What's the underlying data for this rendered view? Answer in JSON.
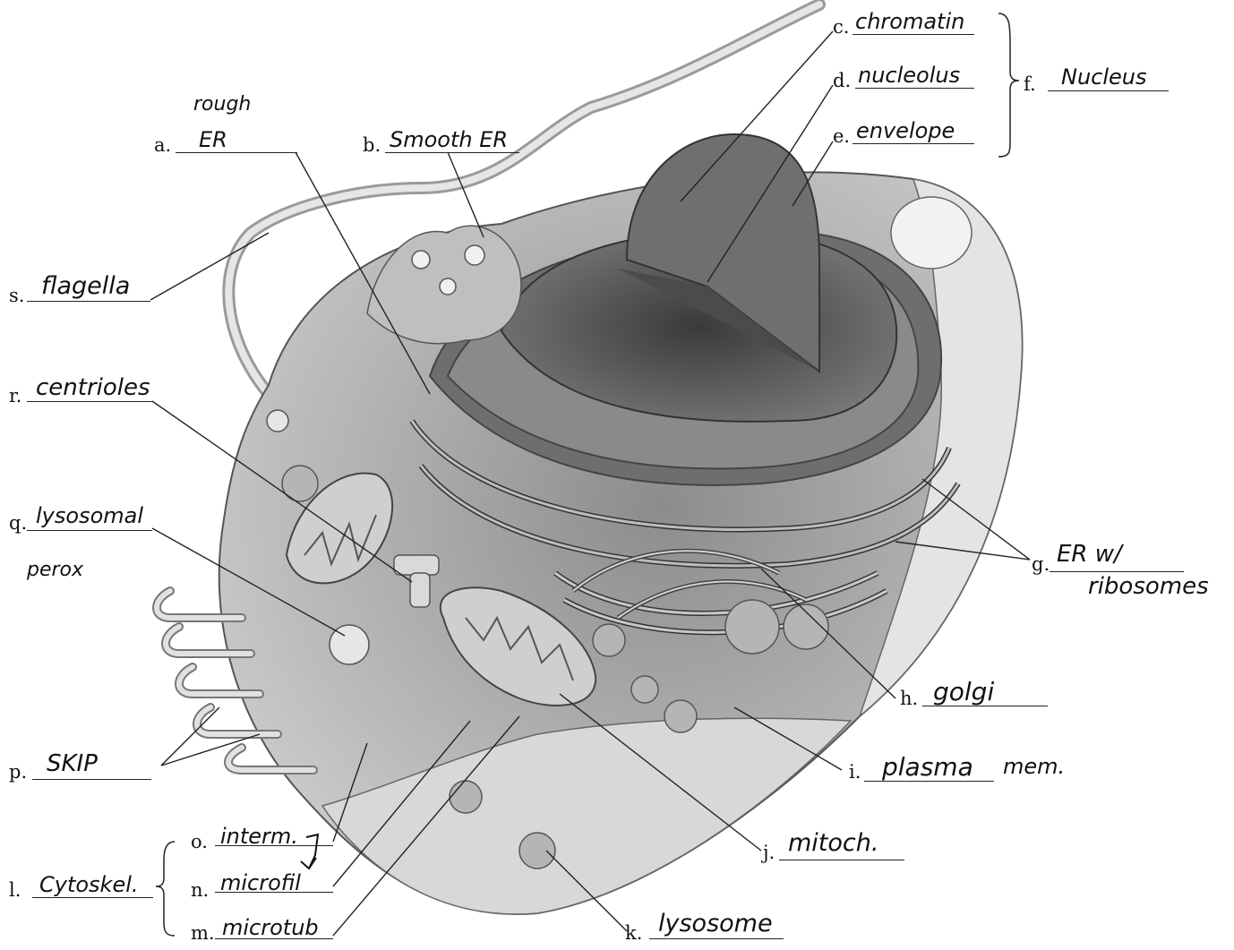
{
  "labels": {
    "a": {
      "letter": "a.",
      "answer": "ER",
      "note": "rough"
    },
    "b": {
      "letter": "b.",
      "answer": "Smooth ER"
    },
    "c": {
      "letter": "c.",
      "answer": "chromatin"
    },
    "d": {
      "letter": "d.",
      "answer": "nucleolus"
    },
    "e": {
      "letter": "e.",
      "answer": "envelope"
    },
    "f": {
      "letter": "f.",
      "answer": "Nucleus"
    },
    "g": {
      "letter": "g.",
      "answer": "ER w/",
      "answer2": "ribosomes"
    },
    "h": {
      "letter": "h.",
      "answer": "golgi"
    },
    "i": {
      "letter": "i.",
      "answer": "plasma",
      "note": "mem."
    },
    "j": {
      "letter": "j.",
      "answer": "mitoch."
    },
    "k": {
      "letter": "k.",
      "answer": "lysosome"
    },
    "l": {
      "letter": "l.",
      "answer": "Cytoskel."
    },
    "m": {
      "letter": "m.",
      "answer": "microtub"
    },
    "n": {
      "letter": "n.",
      "answer": "microfil"
    },
    "o": {
      "letter": "o.",
      "answer": "interm."
    },
    "p": {
      "letter": "p.",
      "answer": "SKIP"
    },
    "q": {
      "letter": "q.",
      "answer": "lysosomal",
      "note": "perox"
    },
    "r": {
      "letter": "r.",
      "answer": "centrioles"
    },
    "s": {
      "letter": "s.",
      "answer": "flagella"
    }
  }
}
